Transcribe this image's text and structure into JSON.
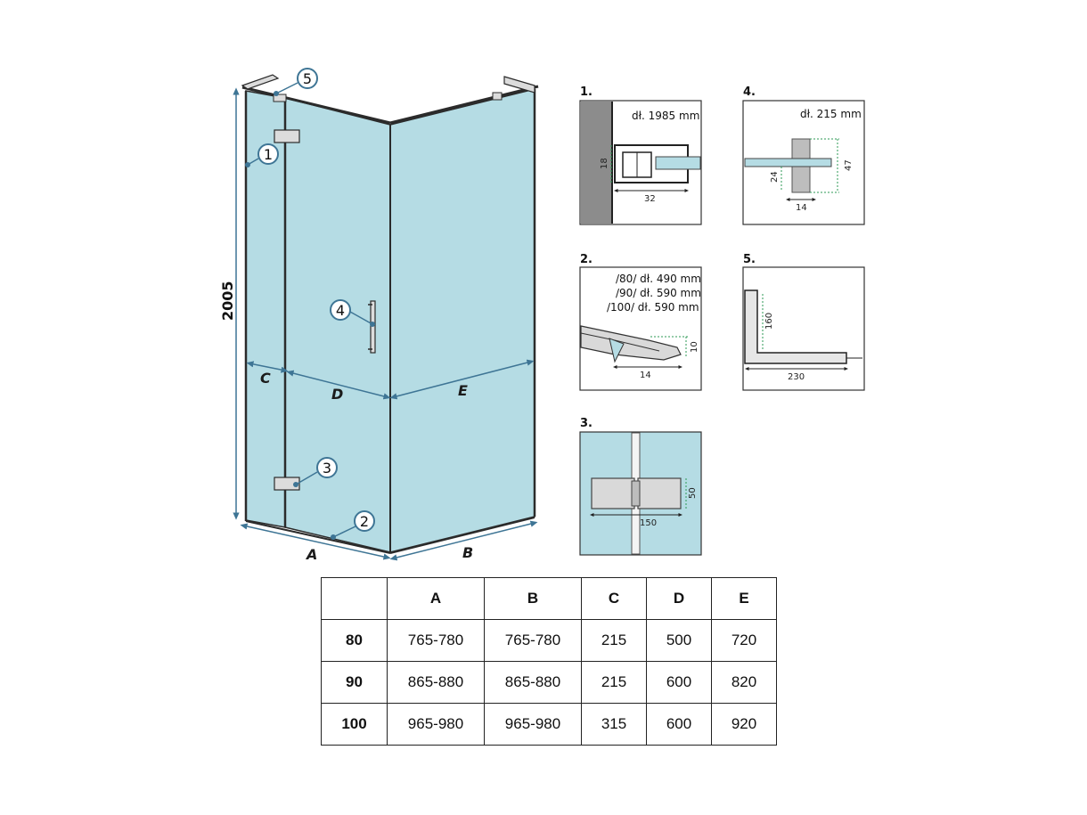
{
  "main_drawing": {
    "height_dimension": "2005",
    "callouts": [
      "1",
      "2",
      "3",
      "4",
      "5"
    ],
    "dimension_letters": {
      "A": "A",
      "B": "B",
      "C": "C",
      "D": "D",
      "E": "E"
    }
  },
  "details": [
    {
      "number": "1.",
      "text_lines": [
        "dł. 1985 mm"
      ],
      "dims": [
        "18",
        "32"
      ]
    },
    {
      "number": "2.",
      "text_lines": [
        "/80/ dł. 490 mm",
        "/90/ dł. 590 mm",
        "/100/ dł. 590 mm"
      ],
      "dims": [
        "10",
        "14"
      ]
    },
    {
      "number": "3.",
      "text_lines": [],
      "dims": [
        "50",
        "150"
      ]
    },
    {
      "number": "4.",
      "text_lines": [
        "dł. 215 mm"
      ],
      "dims": [
        "47",
        "24",
        "14"
      ]
    },
    {
      "number": "5.",
      "text_lines": [],
      "dims": [
        "160",
        "230"
      ]
    }
  ],
  "table": {
    "headers": [
      "",
      "A",
      "B",
      "C",
      "D",
      "E"
    ],
    "rows": [
      [
        "80",
        "765-780",
        "765-780",
        "215",
        "500",
        "720"
      ],
      [
        "90",
        "865-880",
        "865-880",
        "215",
        "600",
        "820"
      ],
      [
        "100",
        "965-980",
        "965-980",
        "315",
        "600",
        "920"
      ]
    ]
  },
  "colors": {
    "glass": "#b5dce4",
    "frame": "#2b2b2b",
    "callout": "#3e7595",
    "wall": "#8c8c8c"
  }
}
